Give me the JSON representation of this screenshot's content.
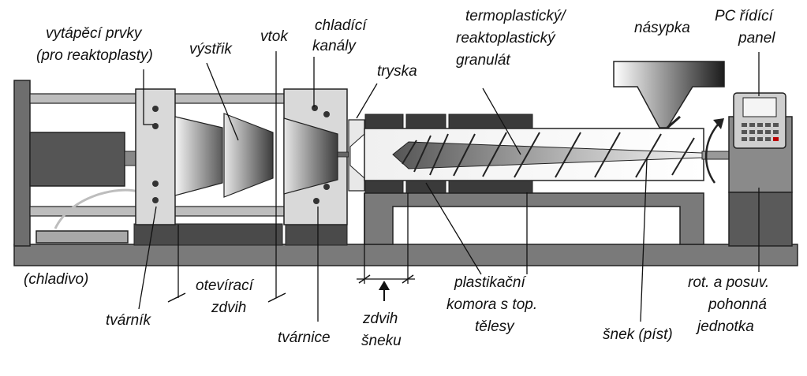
{
  "labels": {
    "heating_line1": "vytápěcí prvky",
    "heating_line2": "(pro reaktoplasty)",
    "vystrik": "výstřik",
    "vtok": "vtok",
    "cooling_line1": "chladící",
    "cooling_line2": "kanály",
    "tryska": "tryska",
    "granulate_line1": "termoplastický/",
    "granulate_line2": "reaktoplastický",
    "granulate_line3": "granulát",
    "nasypka": "násypka",
    "pc_line1": "PC řídící",
    "pc_line2": "panel",
    "chladivo": "(chladivo)",
    "opening_line1": "otevírací",
    "opening_line2": "zdvih",
    "tvarnik": "tvárník",
    "tvarnice": "tvárnice",
    "screw_stroke_line1": "zdvih",
    "screw_stroke_line2": "šneku",
    "plast_line1": "plastikační",
    "plast_line2": "komora s top.",
    "plast_line3": "tělesy",
    "snek": "šnek (píst)",
    "drive_line1": "rot. a posuv.",
    "drive_line2": "pohonná",
    "drive_line3": "jednotka"
  },
  "colors": {
    "frame": "#7a7a7a",
    "dark_block": "#4a4a4a",
    "light_block": "#d9d9d9",
    "heater": "#3a3a3a",
    "outline": "#111111"
  },
  "icons": {
    "hopper": "hopper-funnel",
    "control_panel": "pc-control-panel",
    "rotation": "rotation-arrow"
  }
}
